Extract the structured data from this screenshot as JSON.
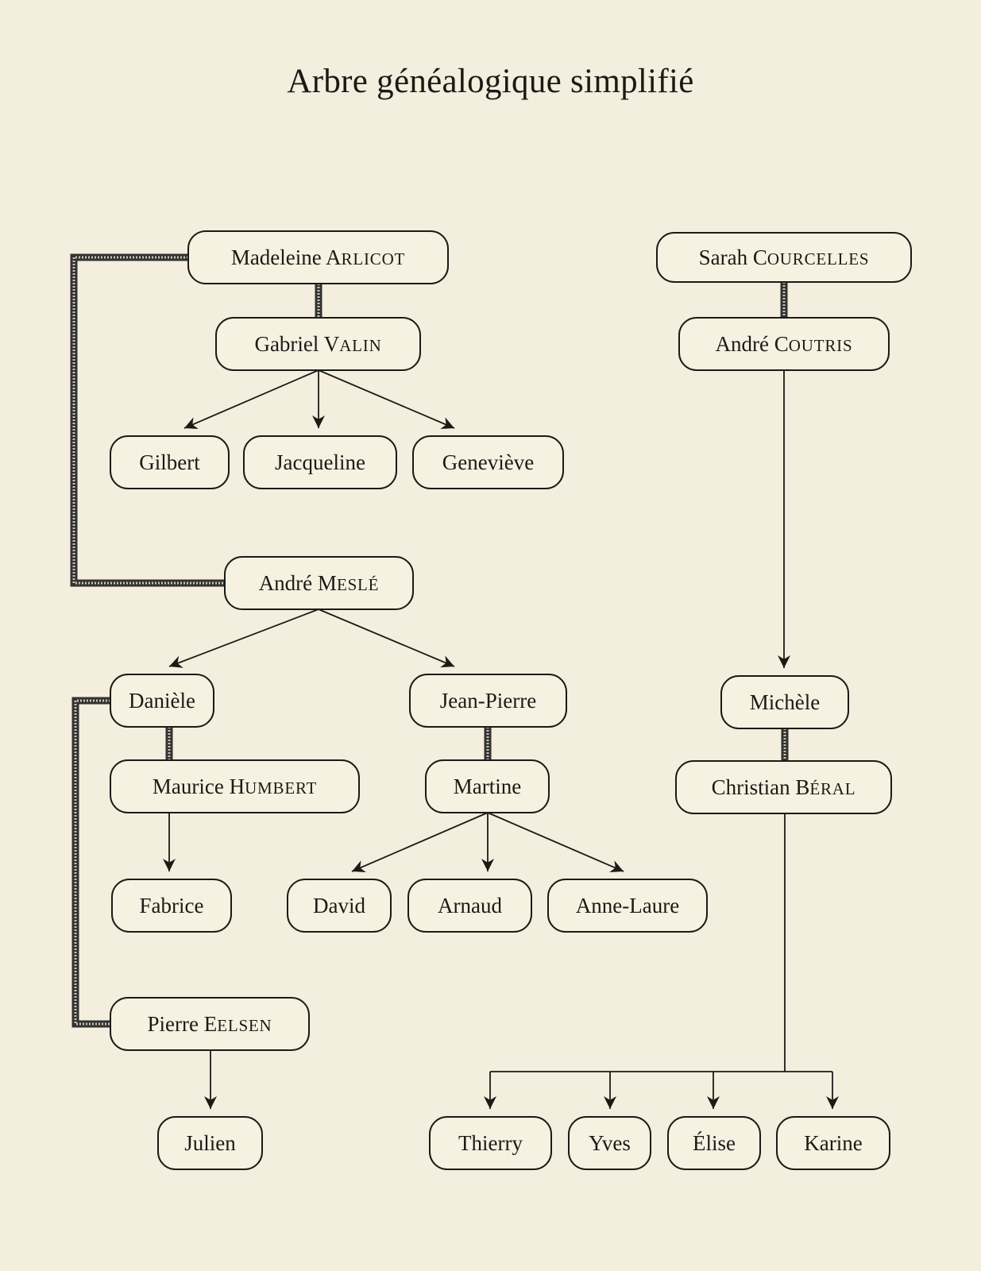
{
  "title": "Arbre généalogique simplifié",
  "people": [
    {
      "id": "madeleine",
      "first": "Madeleine",
      "last": "Arlicot"
    },
    {
      "id": "gabriel",
      "first": "Gabriel",
      "last": "Valin"
    },
    {
      "id": "gilbert",
      "first": "Gilbert",
      "last": ""
    },
    {
      "id": "jacqueline",
      "first": "Jacqueline",
      "last": ""
    },
    {
      "id": "genevieve",
      "first": "Geneviève",
      "last": ""
    },
    {
      "id": "andre-mesle",
      "first": "André",
      "last": "Meslé"
    },
    {
      "id": "daniele",
      "first": "Danièle",
      "last": ""
    },
    {
      "id": "jean-pierre",
      "first": "Jean-Pierre",
      "last": ""
    },
    {
      "id": "maurice",
      "first": "Maurice",
      "last": "Humbert"
    },
    {
      "id": "martine",
      "first": "Martine",
      "last": ""
    },
    {
      "id": "fabrice",
      "first": "Fabrice",
      "last": ""
    },
    {
      "id": "david",
      "first": "David",
      "last": ""
    },
    {
      "id": "arnaud",
      "first": "Arnaud",
      "last": ""
    },
    {
      "id": "anne-laure",
      "first": "Anne-Laure",
      "last": ""
    },
    {
      "id": "pierre",
      "first": "Pierre",
      "last": "Eelsen"
    },
    {
      "id": "julien",
      "first": "Julien",
      "last": ""
    },
    {
      "id": "sarah",
      "first": "Sarah",
      "last": "Courcelles"
    },
    {
      "id": "andre-coutris",
      "first": "André",
      "last": "Coutris"
    },
    {
      "id": "michele",
      "first": "Michèle",
      "last": ""
    },
    {
      "id": "christian",
      "first": "Christian",
      "last": "Béral"
    },
    {
      "id": "thierry",
      "first": "Thierry",
      "last": ""
    },
    {
      "id": "yves",
      "first": "Yves",
      "last": ""
    },
    {
      "id": "elise",
      "first": "Élise",
      "last": ""
    },
    {
      "id": "karine",
      "first": "Karine",
      "last": ""
    }
  ],
  "unions": [
    [
      "madeleine",
      "gabriel"
    ],
    [
      "madeleine",
      "andre-mesle"
    ],
    [
      "sarah",
      "andre-coutris"
    ],
    [
      "daniele",
      "maurice"
    ],
    [
      "daniele",
      "pierre"
    ],
    [
      "jean-pierre",
      "martine"
    ],
    [
      "michele",
      "christian"
    ]
  ],
  "descent": [
    {
      "from": "gabriel",
      "to": [
        "gilbert",
        "jacqueline",
        "genevieve"
      ]
    },
    {
      "from": "andre-mesle",
      "to": [
        "daniele",
        "jean-pierre"
      ]
    },
    {
      "from": "maurice",
      "to": [
        "fabrice"
      ]
    },
    {
      "from": "martine",
      "to": [
        "david",
        "arnaud",
        "anne-laure"
      ]
    },
    {
      "from": "pierre",
      "to": [
        "julien"
      ]
    },
    {
      "from": "andre-coutris",
      "to": [
        "michele"
      ]
    },
    {
      "from": "christian",
      "to": [
        "thierry",
        "yves",
        "elise",
        "karine"
      ]
    }
  ]
}
